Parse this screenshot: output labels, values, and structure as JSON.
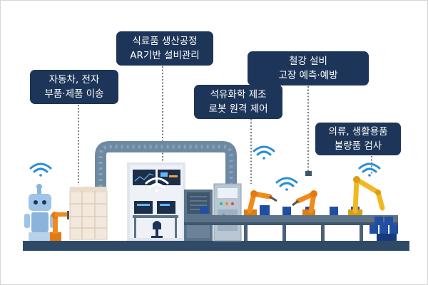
{
  "callouts": [
    {
      "id": "auto-electronics",
      "lines": [
        "자동차, 전자",
        "부품·제품 이송"
      ]
    },
    {
      "id": "food-production",
      "lines": [
        "식료품 생산공정",
        "AR기반 설비관리"
      ]
    },
    {
      "id": "steel-equipment",
      "lines": [
        "철강 설비",
        "고장 예측·예방"
      ]
    },
    {
      "id": "petrochemical",
      "lines": [
        "석유화학 제조",
        "로봇 원격 제어"
      ]
    },
    {
      "id": "clothing-goods",
      "lines": [
        "의류, 생활용품",
        "불량품 검사"
      ]
    }
  ],
  "icons": [
    "wifi-icon",
    "robot-icon",
    "robot-arm-icon",
    "monitor-icon",
    "server-rack-icon",
    "control-panel-icon",
    "conveyor-belt-icon",
    "duct-pipe-icon",
    "cargo-crate-icon",
    "product-box-icon"
  ],
  "colors": {
    "callout_bg": "#1d3558",
    "callout_text": "#ffffff",
    "factory_slate": "#5b7389",
    "floor": "#2f4a66",
    "wifi": "#2a8fd6",
    "robot_arm_orange": "#f08a1c",
    "robot_arm_yellow": "#f2b822",
    "box_blue": "#1f4ea3"
  }
}
